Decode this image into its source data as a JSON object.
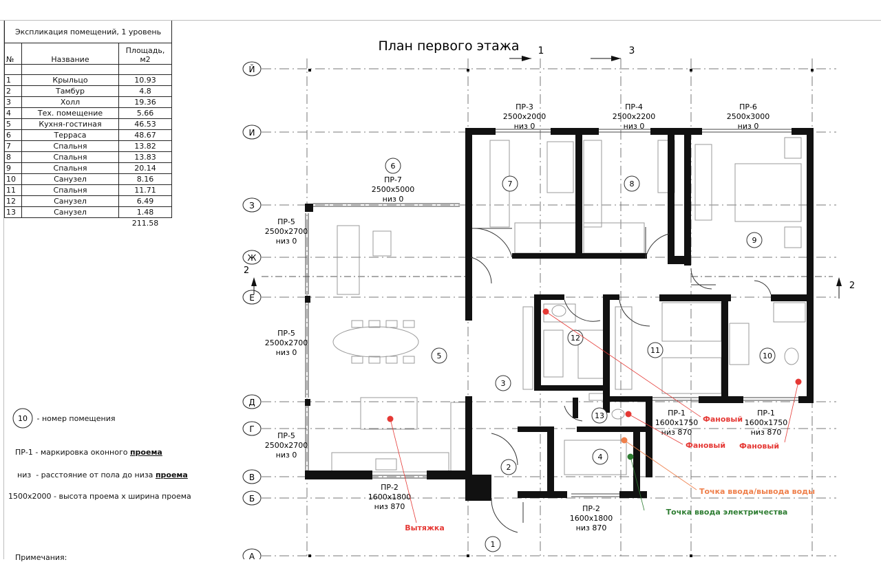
{
  "table": {
    "title": "Экспликация помещений, 1 уровень",
    "col_num": "№",
    "col_name": "Название",
    "col_area_1": "Площадь,",
    "col_area_2": "м2",
    "rows": [
      {
        "num": "1",
        "name": "Крыльцо",
        "area": "10.93"
      },
      {
        "num": "2",
        "name": "Тамбур",
        "area": "4.8"
      },
      {
        "num": "3",
        "name": "Холл",
        "area": "19.36"
      },
      {
        "num": "4",
        "name": "Тех. помещение",
        "area": "5.66"
      },
      {
        "num": "5",
        "name": "Кухня-гостиная",
        "area": "46.53"
      },
      {
        "num": "6",
        "name": "Терраса",
        "area": "48.67"
      },
      {
        "num": "7",
        "name": "Спальня",
        "area": "13.82"
      },
      {
        "num": "8",
        "name": "Спальня",
        "area": "13.83"
      },
      {
        "num": "9",
        "name": "Спальня",
        "area": "20.14"
      },
      {
        "num": "10",
        "name": "Санузел",
        "area": "8.16"
      },
      {
        "num": "11",
        "name": "Спальня",
        "area": "11.71"
      },
      {
        "num": "12",
        "name": "Санузел",
        "area": "6.49"
      },
      {
        "num": "13",
        "name": "Санузел",
        "area": "1.48"
      }
    ],
    "total": "211.58"
  },
  "legend": {
    "room_symbol": "10",
    "room_text": "- номер помещения",
    "opening_code": "ПР-1",
    "opening_text_a": " - маркировка оконного ",
    "opening_word": "проема",
    "bottom_code": "низ",
    "bottom_text_a": "  - расстояние от пола до низа ",
    "bottom_word": "проема",
    "size_text": "1500х2000 - высота проема х ширина проема",
    "notes": "Примечания:"
  },
  "plan": {
    "title": "План первого этажа",
    "axes": [
      "Й",
      "И",
      "З",
      "Ж",
      "Е",
      "Д",
      "Г",
      "В",
      "Б",
      "А"
    ],
    "sections": [
      "1",
      "3",
      "2",
      "2"
    ],
    "rooms": [
      "1",
      "2",
      "3",
      "4",
      "5",
      "6",
      "7",
      "8",
      "9",
      "10",
      "11",
      "12",
      "13"
    ],
    "openings": [
      {
        "code": "ПР-3",
        "size": "2500х2000",
        "sill": "низ 0"
      },
      {
        "code": "ПР-4",
        "size": "2500х2200",
        "sill": "низ 0"
      },
      {
        "code": "ПР-6",
        "size": "2500х3000",
        "sill": "низ 0"
      },
      {
        "code": "ПР-7",
        "size": "2500х5000",
        "sill": "низ 0"
      },
      {
        "code": "ПР-5",
        "size": "2500х2700",
        "sill": "низ 0"
      },
      {
        "code": "ПР-5",
        "size": "2500х2700",
        "sill": "низ 0"
      },
      {
        "code": "ПР-5",
        "size": "2500х2700",
        "sill": "низ 0"
      },
      {
        "code": "ПР-2",
        "size": "1600х1800",
        "sill": "низ 870"
      },
      {
        "code": "ПР-2",
        "size": "1600х1800",
        "sill": "низ 870"
      },
      {
        "code": "ПР-1",
        "size": "1600х1750",
        "sill": "низ 870"
      },
      {
        "code": "ПР-1",
        "size": "1600х1750",
        "sill": "низ 870"
      }
    ],
    "annotations": [
      {
        "text": "Фановый",
        "color": "#e53935"
      },
      {
        "text": "Фановый",
        "color": "#e53935"
      },
      {
        "text": "Фановый",
        "color": "#e53935"
      },
      {
        "text": "Вытяжка",
        "color": "#e53935"
      },
      {
        "text": "Точка ввода/вывода воды",
        "color": "#ef7f4a"
      },
      {
        "text": "Точка ввода электричества",
        "color": "#2e7d32"
      }
    ]
  }
}
